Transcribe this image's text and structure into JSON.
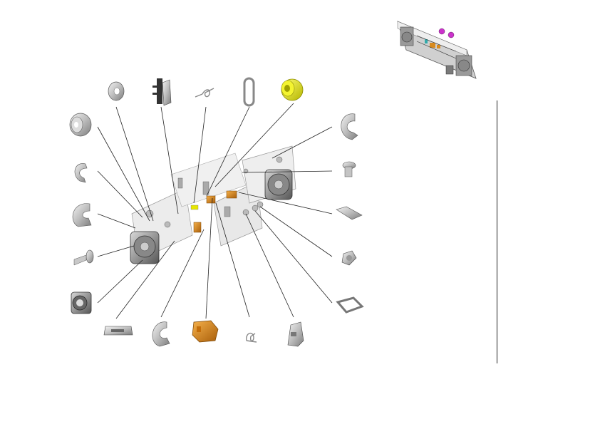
{
  "diagram": {
    "parts": [
      {
        "name": "washer-part",
        "color": "#c8c8c8"
      },
      {
        "name": "bracket-part",
        "color": "#9a9a9a"
      },
      {
        "name": "spring-part",
        "color": "#b0b0b0"
      },
      {
        "name": "oval-link-part",
        "color": "#b8b8b8"
      },
      {
        "name": "yellow-bushing-part",
        "color": "#e6e600"
      },
      {
        "name": "flanged-bushing-part",
        "color": "#bdbdbd"
      },
      {
        "name": "hook-clip-part",
        "color": "#b8b8b8"
      },
      {
        "name": "c-clip-part",
        "color": "#b0b0b0"
      },
      {
        "name": "pin-part",
        "color": "#b8b8b8"
      },
      {
        "name": "gear-housing-part",
        "color": "#9c9c9c"
      },
      {
        "name": "slider-part",
        "color": "#c8c8c8"
      },
      {
        "name": "e-ring-part",
        "color": "#b8b8b8"
      },
      {
        "name": "orange-cam-part",
        "color": "#d88a1e"
      },
      {
        "name": "torsion-spring-part",
        "color": "#b8b8b8"
      },
      {
        "name": "lever-part",
        "color": "#a9a9a9"
      },
      {
        "name": "retaining-ring-part",
        "color": "#b8b8b8"
      },
      {
        "name": "rivet-part",
        "color": "#c4c4c4"
      },
      {
        "name": "plate-part",
        "color": "#c4c4c4"
      },
      {
        "name": "screw-part",
        "color": "#b8b8b8"
      },
      {
        "name": "frame-clip-part",
        "color": "#b0b0b0"
      }
    ],
    "accent_colors": {
      "orange": "#d88a1e",
      "yellow": "#e6e600",
      "magenta": "#cc33cc"
    }
  }
}
